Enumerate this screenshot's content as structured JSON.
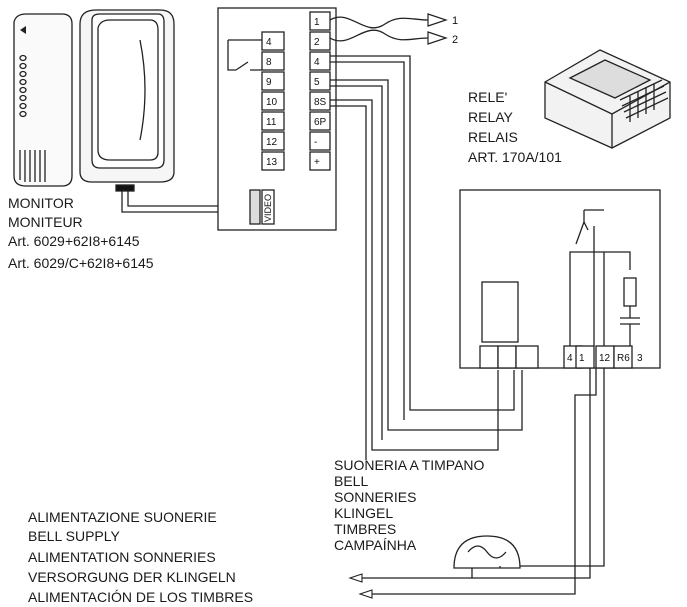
{
  "outputs": [
    "1",
    "2"
  ],
  "left_terminals": [
    "4",
    "8",
    "9",
    "10",
    "11",
    "12",
    "13"
  ],
  "right_terminals": [
    "1",
    "2",
    "4",
    "5",
    "8S",
    "6P",
    "-",
    "+"
  ],
  "video_label": "VIDEO",
  "relay_terminals": [
    "4",
    "1",
    "12",
    "R6",
    "3"
  ],
  "monitor_label": [
    "MONITOR",
    "MONITEUR",
    "Art. 6029+62I8+6145",
    "Art. 6029/C+62I8+6145"
  ],
  "relay_label": [
    "RELE'",
    "RELAY",
    "RELAIS",
    "ART. 170A/101"
  ],
  "bell_label": [
    "SUONERIA A TIMPANO",
    "BELL",
    "SONNERIES",
    "KLINGEL",
    "TIMBRES",
    "CAMPAÍNHA"
  ],
  "supply_label": [
    "ALIMENTAZIONE SUONERIE",
    "BELL SUPPLY",
    "ALIMENTATION SONNERIES",
    "VERSORGUNG DER KLINGELN",
    "ALIMENTACIÓN DE LOS TIMBRES"
  ]
}
